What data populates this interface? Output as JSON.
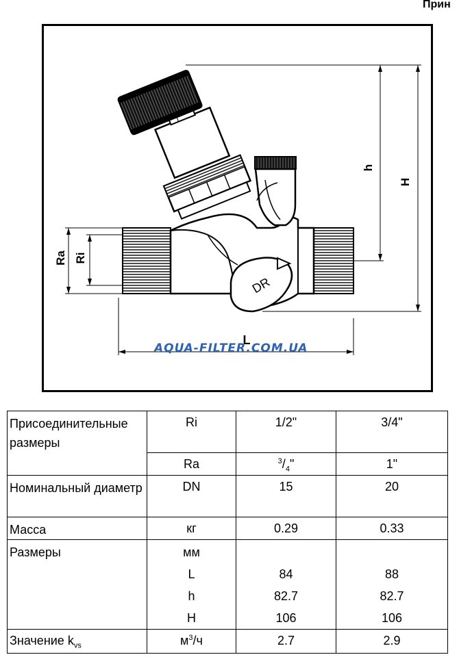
{
  "header": {
    "cut_text": "Прин"
  },
  "drawing": {
    "labels": {
      "ra": "Ra",
      "ri": "Ri",
      "h_small": "h",
      "h_big": "H",
      "l": "L",
      "dr": "DR"
    },
    "watermark": "AQUA-FILTER.COM.UA",
    "watermark_color": "#2f62b0"
  },
  "table": {
    "rows": {
      "connection": {
        "label": "Присоединительные размеры",
        "ri_unit": "Ri",
        "ri_v1": "1/2\"",
        "ri_v2": "3/4\"",
        "ra_unit": "Ra",
        "ra_v1_num": "3",
        "ra_v1_den": "4",
        "ra_v1_suffix": "\"",
        "ra_v2": "1\""
      },
      "dn": {
        "label": "Номинальный диаметр",
        "unit": "DN",
        "v1": "15",
        "v2": "20"
      },
      "mass": {
        "label": "Масса",
        "unit": "кг",
        "v1": "0.29",
        "v2": "0.33"
      },
      "dims": {
        "label": "Размеры",
        "unit": "мм",
        "items": [
          {
            "name": "L",
            "v1": "84",
            "v2": "88"
          },
          {
            "name": "h",
            "v1": "82.7",
            "v2": "82.7"
          },
          {
            "name": "H",
            "v1": "106",
            "v2": "106"
          }
        ]
      },
      "kvs": {
        "label_main": "Значение k",
        "label_sub": "vs",
        "unit_main": "м",
        "unit_sup": "3",
        "unit_tail": "/ч",
        "v1": "2.7",
        "v2": "2.9"
      }
    }
  }
}
